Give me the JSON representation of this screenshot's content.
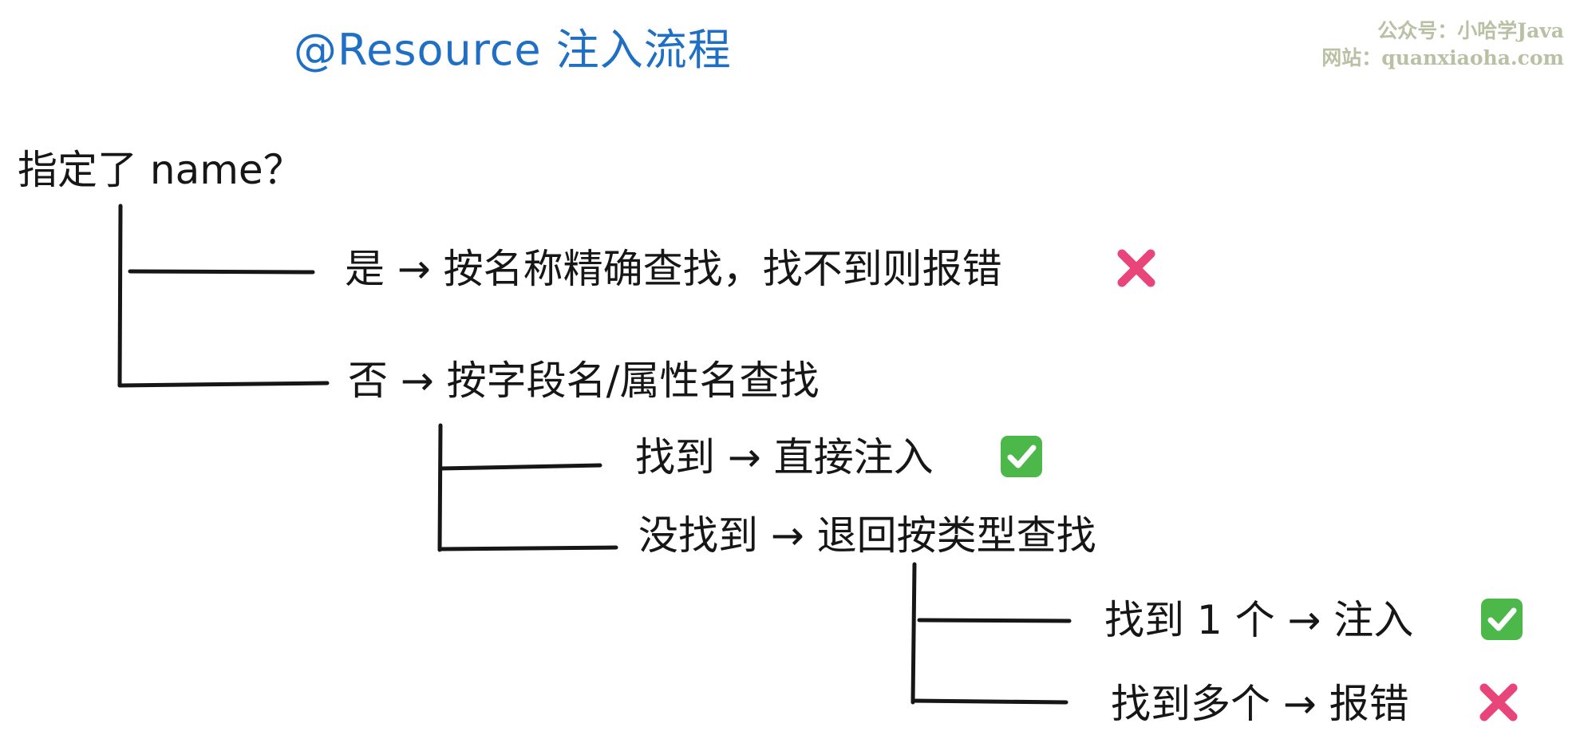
{
  "title": "@Resource 注入流程",
  "watermark": {
    "line1": "公众号：小哈学Java",
    "line2": "网站：quanxiaoha.com"
  },
  "root": "指定了 name？",
  "branches": {
    "yes": "是 → 按名称精确查找，找不到则报错",
    "no": "否 → 按字段名/属性名查找",
    "found": "找到 → 直接注入",
    "not_found": "没找到 → 退回按类型查找",
    "found_one": "找到 1 个 → 注入",
    "found_many": "找到多个 → 报错"
  },
  "icons": {
    "error": "cross-mark-icon",
    "success": "check-mark-icon"
  },
  "colors": {
    "title": "#1f6fc4",
    "error": "#e8457a",
    "success": "#4cb84a",
    "watermark": "#b9c1a4"
  }
}
